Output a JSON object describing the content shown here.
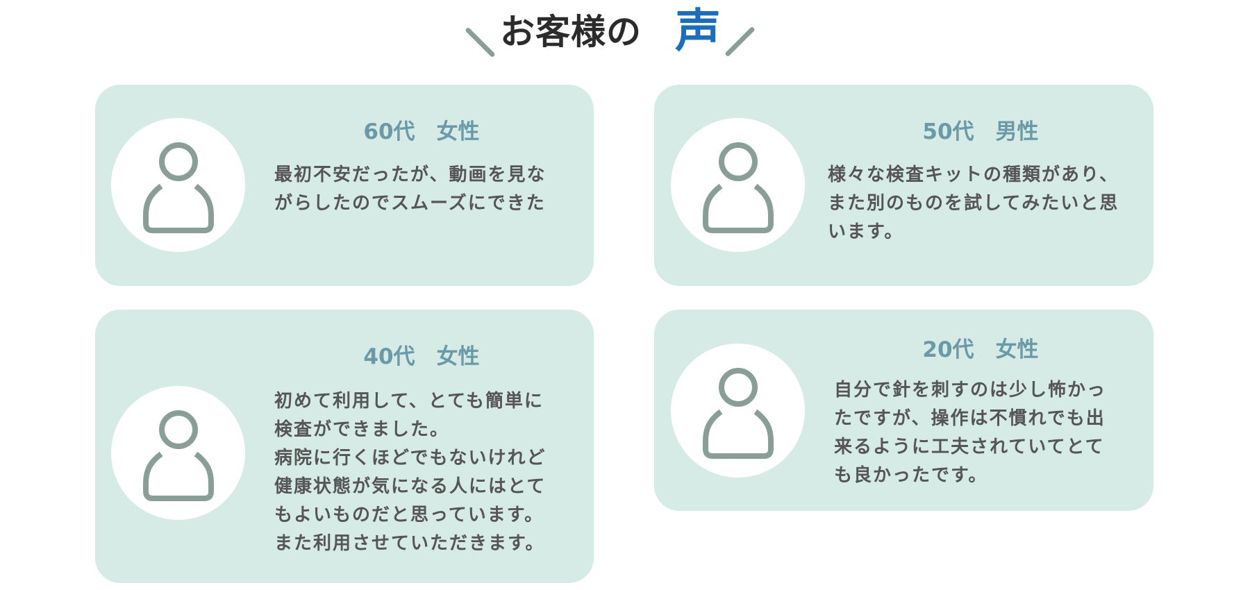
{
  "header": {
    "title": "お客様の",
    "title_accent": "声",
    "decor_icons": [
      "slash-left-icon",
      "slash-right-icon"
    ]
  },
  "colors": {
    "card_background": "#d6ebe5",
    "icon": "#889e97",
    "heading": "#6a9aa8",
    "body_text": "#555555",
    "title_text": "#2b2b2b",
    "accent": "#1a6dbf"
  },
  "testimonials": [
    {
      "heading": "60代　女性",
      "icon": "user-icon",
      "body": "最初不安だったが、動画を見な\nがらしたのでスムーズにできた"
    },
    {
      "heading": "50代　男性",
      "icon": "user-icon",
      "body": "様々な検査キットの種類があり、\nまた別のものを試してみたいと思\nいます。"
    },
    {
      "heading": "40代　女性",
      "icon": "user-icon",
      "body": "初めて利用して、とても簡単に\n検査ができました。\n病院に行くほどでもないけれど\n健康状態が気になる人にはとて\nもよいものだと思っています。\nまた利用させていただきます。"
    },
    {
      "heading": "20代　女性",
      "icon": "user-icon",
      "body": "自分で針を刺すのは少し怖かっ\nたですが、操作は不慣れでも出\n来るように工夫されていてとて\nも良かったです。"
    }
  ]
}
